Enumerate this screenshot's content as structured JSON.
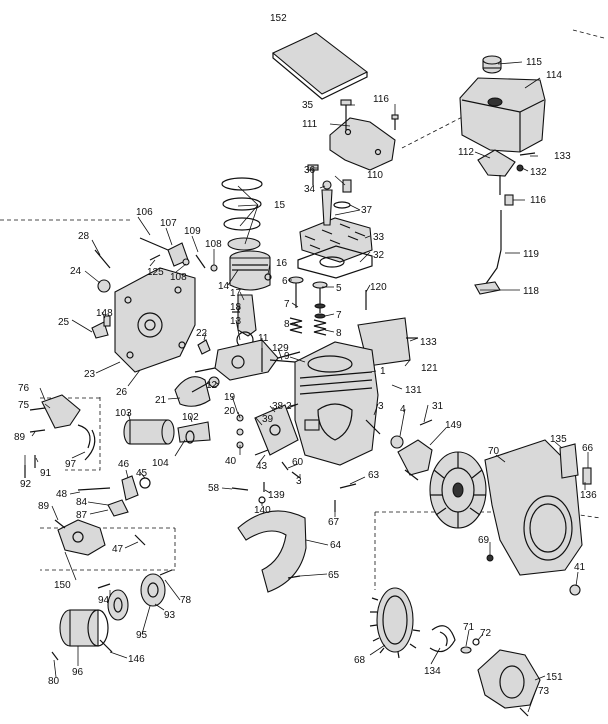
{
  "callouts": {
    "c152": "152",
    "c35": "35",
    "c116a": "116",
    "c115": "115",
    "c114": "114",
    "c111": "111",
    "c112": "112",
    "c133a": "133",
    "c132": "132",
    "c116b": "116",
    "c36": "36",
    "c110": "110",
    "c34": "34",
    "c37": "37",
    "c15": "15",
    "c106": "106",
    "c107": "107",
    "c109": "109",
    "c108a": "108",
    "c108b": "108",
    "c125": "125",
    "c28": "28",
    "c33": "33",
    "c32": "32",
    "c119": "119",
    "c118": "118",
    "c24": "24",
    "c16": "16",
    "c14": "14",
    "c6": "6",
    "c5": "5",
    "c120": "120",
    "c17": "17",
    "c18": "18",
    "c7a": "7",
    "c7b": "7",
    "c25": "25",
    "c148": "148",
    "c13": "13",
    "c22": "22",
    "c8a": "8",
    "c8b": "8",
    "c133b": "133",
    "c11": "11",
    "c9": "9",
    "c129": "129",
    "c23": "23",
    "c26": "26",
    "c1": "1",
    "c121": "121",
    "c76": "76",
    "c12": "12",
    "c131": "131",
    "c75": "75",
    "c21": "21",
    "c19": "19",
    "c20": "20",
    "c39": "39",
    "c38": "38",
    "c2": "2",
    "c3a": "3",
    "c4": "4",
    "c31": "31",
    "c103": "103",
    "c102": "102",
    "c149": "149",
    "c89a": "89",
    "c135": "135",
    "c66": "66",
    "c70": "70",
    "c40": "40",
    "c43": "43",
    "c60": "60",
    "c104": "104",
    "c45": "45",
    "c92": "92",
    "c91": "91",
    "c97": "97",
    "c46": "46",
    "c63": "63",
    "c136": "136",
    "c3b": "3",
    "c58": "58",
    "c139": "139",
    "c48": "48",
    "c84": "84",
    "c140": "140",
    "c67": "67",
    "c89b": "89",
    "c87": "87",
    "c69": "69",
    "c64": "64",
    "c47": "47",
    "c41": "41",
    "c150": "150",
    "c65": "65",
    "c78": "78",
    "c94": "94",
    "c93": "93",
    "c95": "95",
    "c71": "71",
    "c72": "72",
    "c146": "146",
    "c68": "68",
    "c134": "134",
    "c96": "96",
    "c151": "151",
    "c80": "80",
    "c73": "73"
  }
}
